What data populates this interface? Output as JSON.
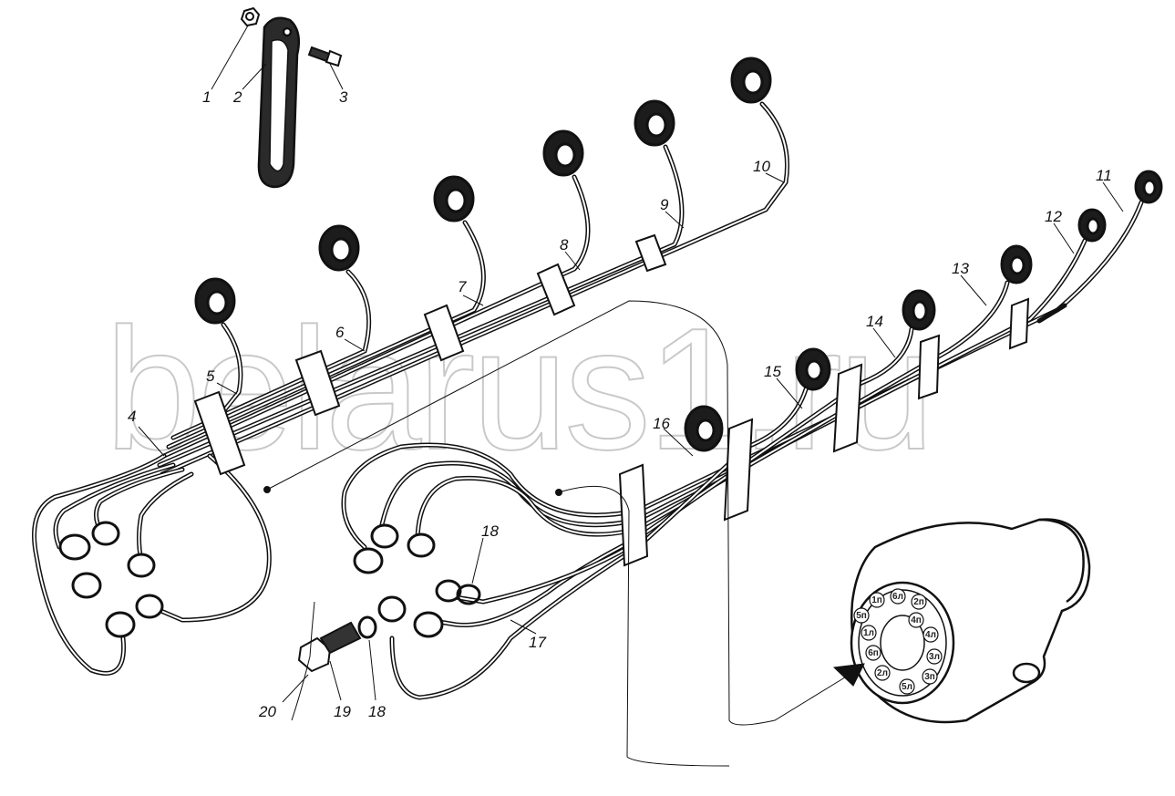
{
  "watermark": "belarus1.ru",
  "callouts": {
    "c1": "1",
    "c2": "2",
    "c3": "3",
    "c4": "4",
    "c5": "5",
    "c6": "6",
    "c7": "7",
    "c8": "8",
    "c9": "9",
    "c10": "10",
    "c11": "11",
    "c12": "12",
    "c13": "13",
    "c14": "14",
    "c15": "15",
    "c16": "16",
    "c17": "17",
    "c18a": "18",
    "c18b": "18",
    "c19": "19",
    "c20": "20"
  },
  "pump_ports": [
    "1п",
    "6л",
    "2п",
    "5п",
    "4л",
    "1л",
    "3л",
    "6п",
    "3п",
    "2л",
    "5л",
    "4п"
  ],
  "colors": {
    "ink": "#111111",
    "watermark": "#c9c9c9",
    "paper": "#ffffff"
  }
}
